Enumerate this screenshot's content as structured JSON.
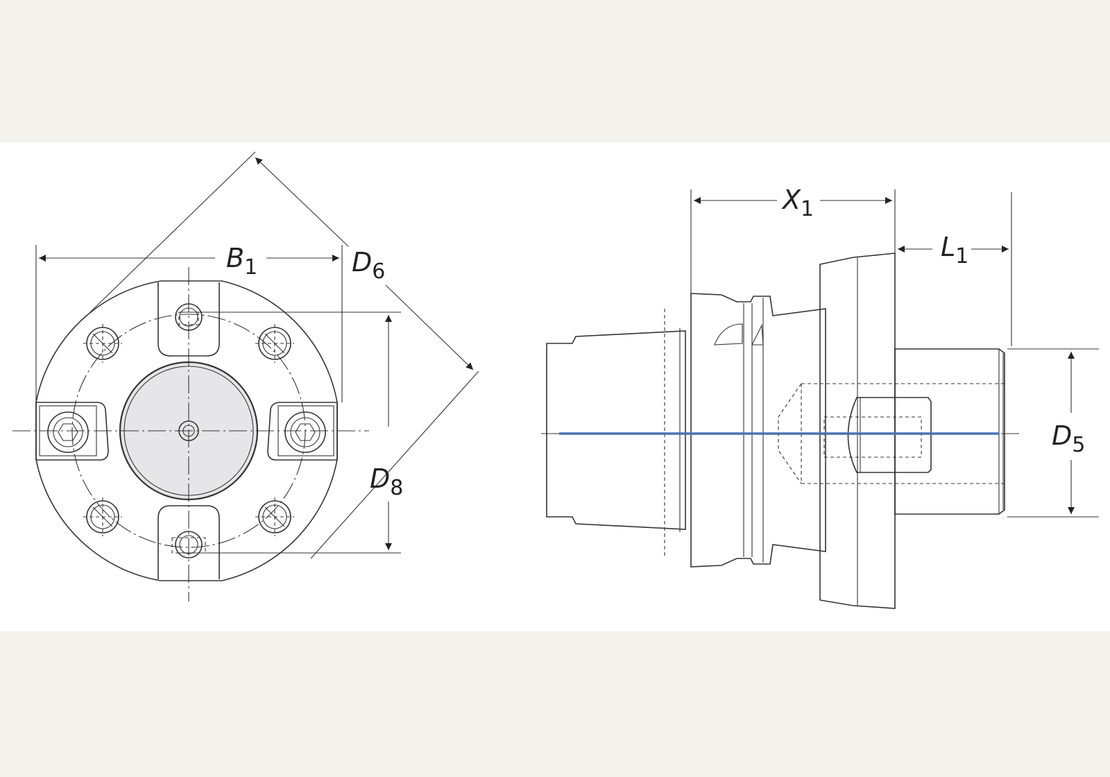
{
  "labels": {
    "b1": {
      "letter": "B",
      "sub": "1"
    },
    "d6": {
      "letter": "D",
      "sub": "6"
    },
    "d8": {
      "letter": "D",
      "sub": "8"
    },
    "x1": {
      "letter": "X",
      "sub": "1"
    },
    "l1": {
      "letter": "L",
      "sub": "1"
    },
    "d5": {
      "letter": "D",
      "sub": "5"
    }
  },
  "colors": {
    "page_background": "#f3f2ec",
    "panel_background": "#ffffff",
    "part_fill": "#e2e2e4",
    "line": "#333333",
    "axis_highlight": "#4a72b0"
  }
}
